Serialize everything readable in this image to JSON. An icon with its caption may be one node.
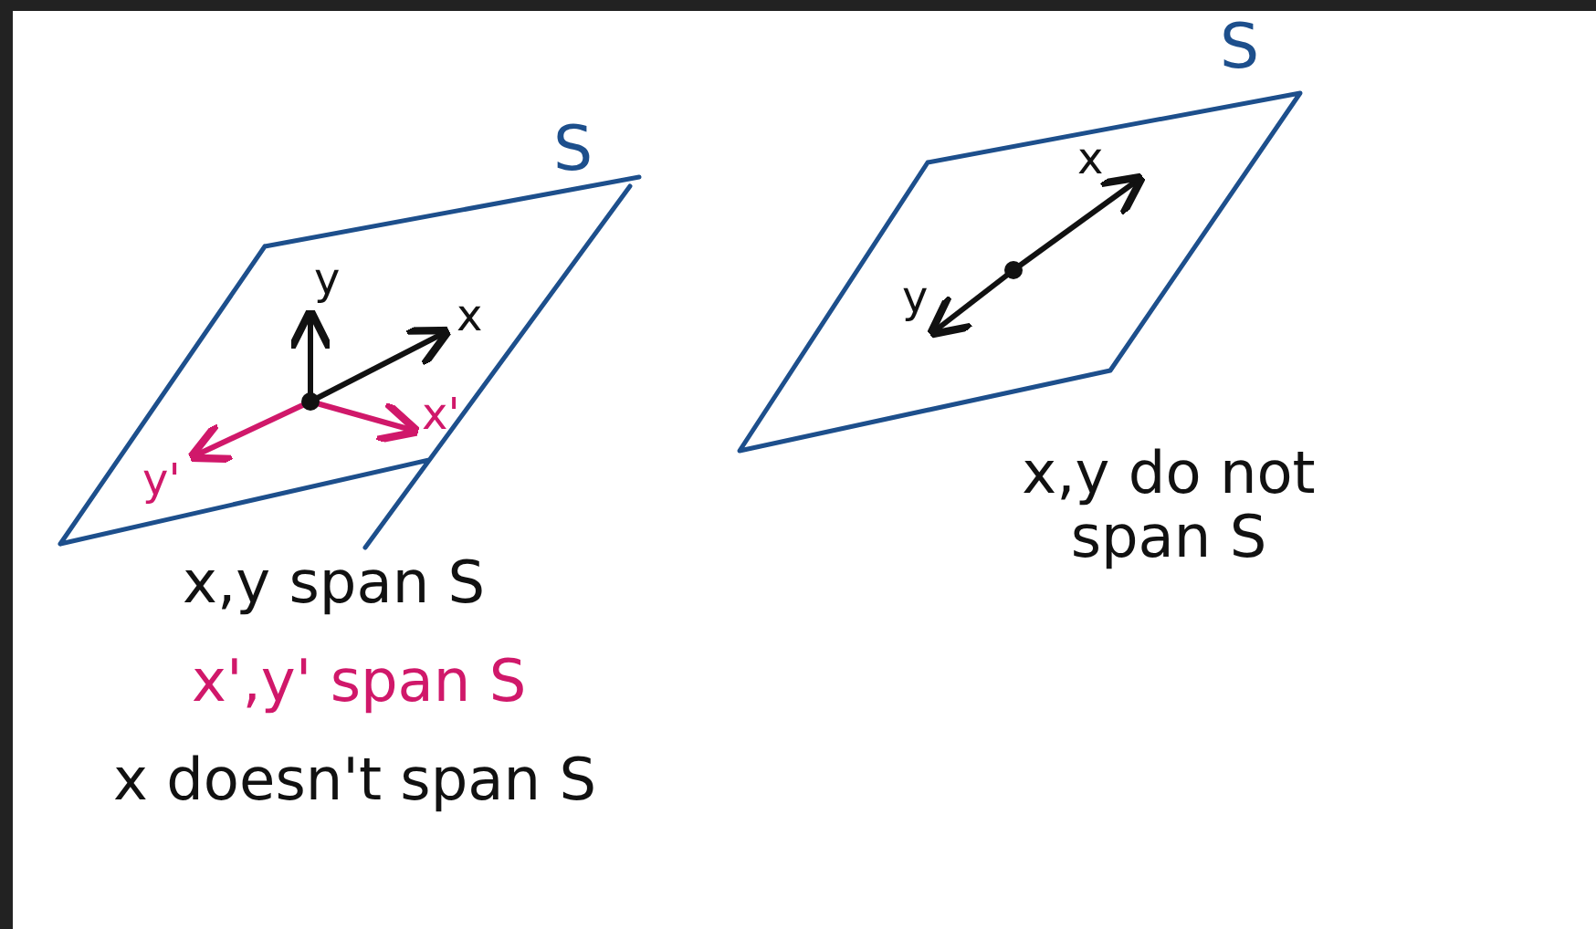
{
  "diagram": {
    "labels": [
      "S",
      "S",
      "x",
      "y",
      "x",
      "y",
      "x'",
      "y'",
      "x,y do not span S",
      "x,y span S",
      "x',y' span S",
      "x doesn't span S"
    ]
  }
}
